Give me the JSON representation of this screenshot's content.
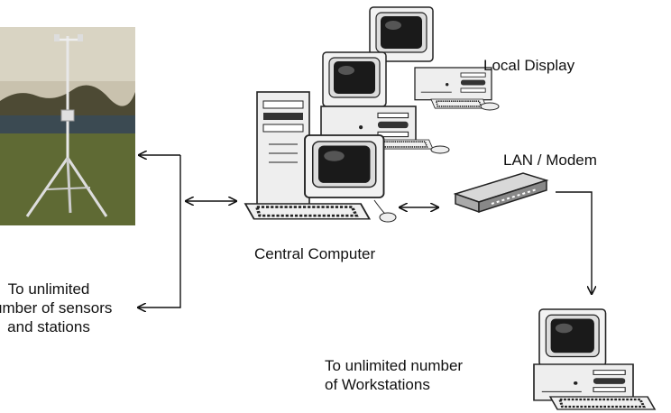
{
  "labels": {
    "local_display": "Local Display",
    "lan_modem": "LAN / Modem",
    "central_computer": "Central Computer",
    "sensors_line1": "To unlimited",
    "sensors_line2": "number of sensors",
    "sensors_line3": "and stations",
    "workstations_line1": "To unlimited number",
    "workstations_line2": "of Workstations"
  },
  "colors": {
    "beige": "#eeeeee",
    "outline": "#222222",
    "screen_dark": "#1a1a1a",
    "sky": "#c9c2ae",
    "grass": "#5f6a34",
    "river": "#3b4a52"
  },
  "icons": [
    "weather-station-photo",
    "desktop-computer-icon",
    "tower-computer-icon",
    "modem-icon",
    "keyboard-icon",
    "mouse-icon"
  ]
}
